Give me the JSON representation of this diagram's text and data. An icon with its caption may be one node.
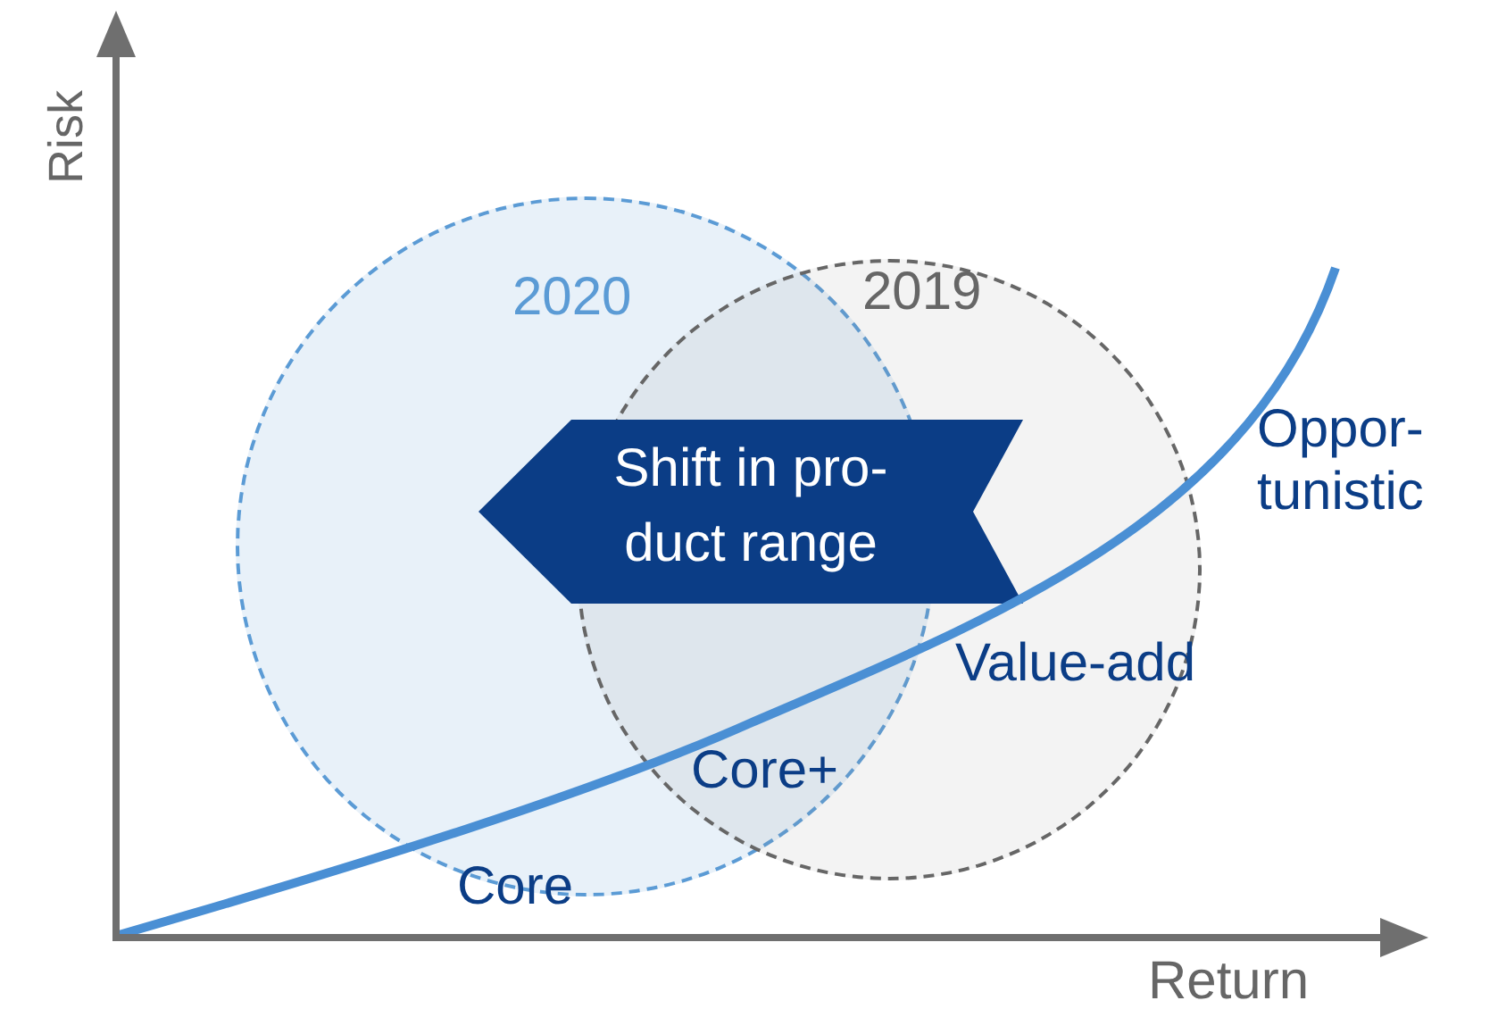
{
  "diagram": {
    "nodes": [
      {
        "text": [
          "2020"
        ]
      },
      {
        "text": [
          "2019"
        ]
      },
      {
        "text": [
          "Shift in pro- duct range"
        ]
      }
    ],
    "edges": [],
    "labels": [
      "Risk",
      "Oppor- tunistic",
      "Value-add",
      "Core+",
      "Core",
      "Return"
    ]
  }
}
